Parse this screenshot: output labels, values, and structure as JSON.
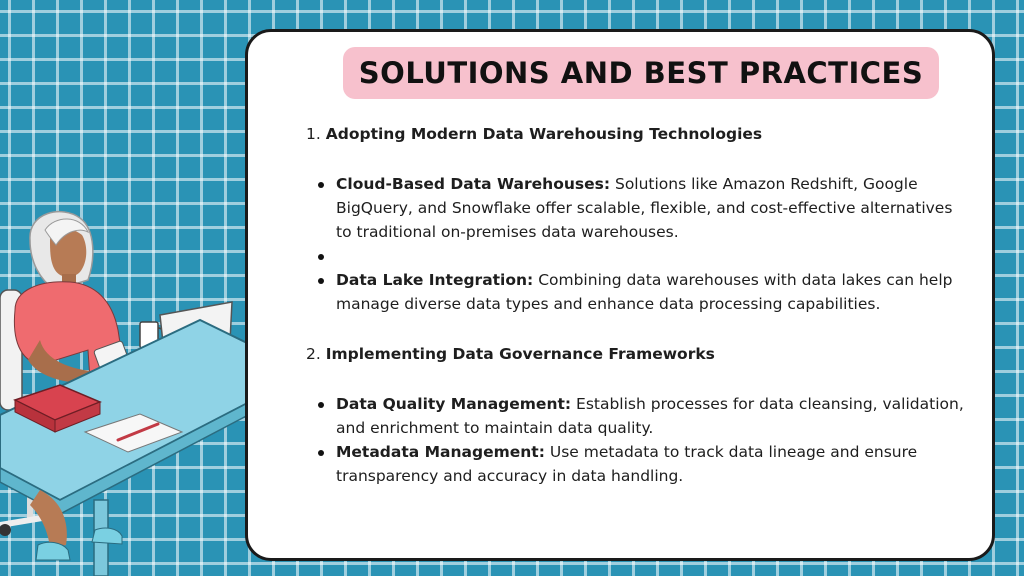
{
  "title": "SOLUTIONS AND BEST PRACTICES",
  "sections": [
    {
      "number": "1.",
      "heading": "Adopting Modern Data Warehousing Technologies",
      "items": [
        {
          "label": "Cloud-Based Data Warehouses:",
          "text": " Solutions like Amazon Redshift, Google BigQuery, and Snowflake offer scalable, flexible, and cost-effective alternatives to traditional on-premises data warehouses."
        },
        {
          "label": "",
          "text": ""
        },
        {
          "label": "Data Lake Integration:",
          "text": " Combining data warehouses with data lakes can help manage diverse data types and enhance data processing capabilities."
        }
      ]
    },
    {
      "number": "2.",
      "heading": "Implementing Data Governance Frameworks",
      "items": [
        {
          "label": "Data Quality Management:",
          "text": " Establish processes for data cleansing, validation, and enrichment to maintain data quality."
        },
        {
          "label": "Metadata Management:",
          "text": " Use metadata to track data lineage and ensure transparency and accuracy in data handling."
        }
      ]
    }
  ],
  "colors": {
    "background": "#2a93b5",
    "title_pill": "#f7c1cd",
    "desk": "#8fd3e6",
    "shirt": "#ef6b6f",
    "book": "#d8434f"
  },
  "icons": [
    "woman-at-laptop-illustration",
    "laptop-icon",
    "mug-icon",
    "book-icon"
  ]
}
